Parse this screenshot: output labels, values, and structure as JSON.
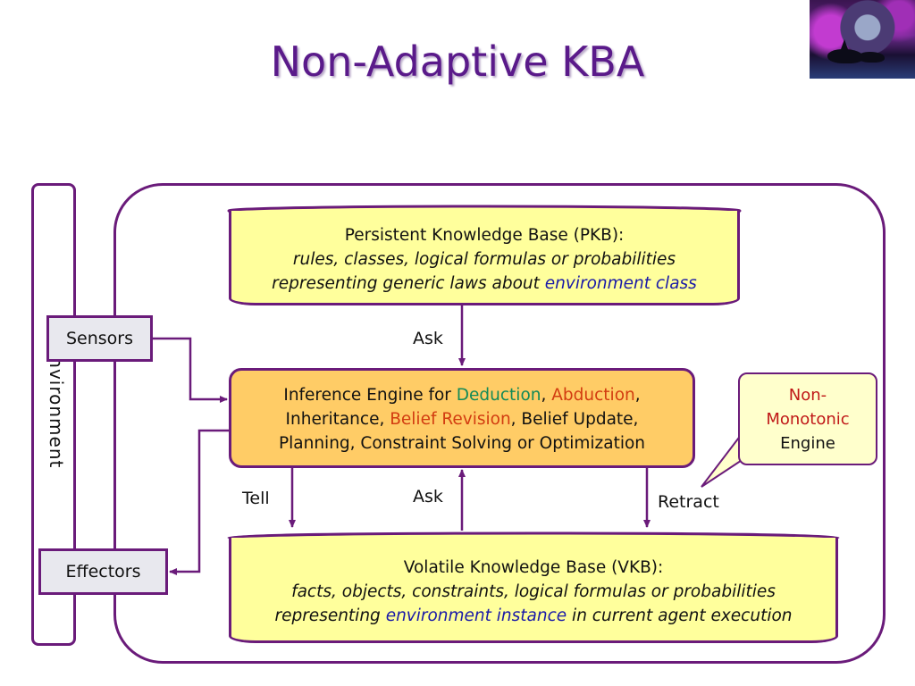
{
  "title": "Non-Adaptive KBA",
  "environment": {
    "label": "Environment"
  },
  "sensors": {
    "label": "Sensors"
  },
  "effectors": {
    "label": "Effectors"
  },
  "pkb": {
    "line1": "Persistent Knowledge Base (PKB):",
    "line2": "rules, classes, logical formulas or probabilities",
    "line3_prefix": "representing generic laws about ",
    "line3_highlight": "environment class"
  },
  "inference": {
    "prefix": "Inference Engine for ",
    "deduction": "Deduction",
    "comma1": ", ",
    "abduction": "Abduction",
    "comma2": ",",
    "inheritance": "Inheritance, ",
    "belief_revision": "Belief Revision",
    "line2_suffix": ", Belief Update,",
    "line3": "Planning, Constraint Solving or Optimization"
  },
  "non_monotonic": {
    "line1": "Non-",
    "line2": "Monotonic",
    "line3": "Engine"
  },
  "vkb": {
    "line1": "Volatile Knowledge Base (VKB):",
    "line2": "facts, objects, constraints, logical formulas or probabilities",
    "line3_prefix": "representing ",
    "line3_highlight": "environment instance",
    "line3_suffix": " in current agent execution"
  },
  "arrows": {
    "ask_top": "Ask",
    "ask_bottom": "Ask",
    "tell": "Tell",
    "retract": "Retract"
  },
  "colors": {
    "frame": "#6a1b7a",
    "kb_fill": "#ffff9c",
    "engine_fill": "#ffcc66",
    "title": "#5a1a8a"
  }
}
